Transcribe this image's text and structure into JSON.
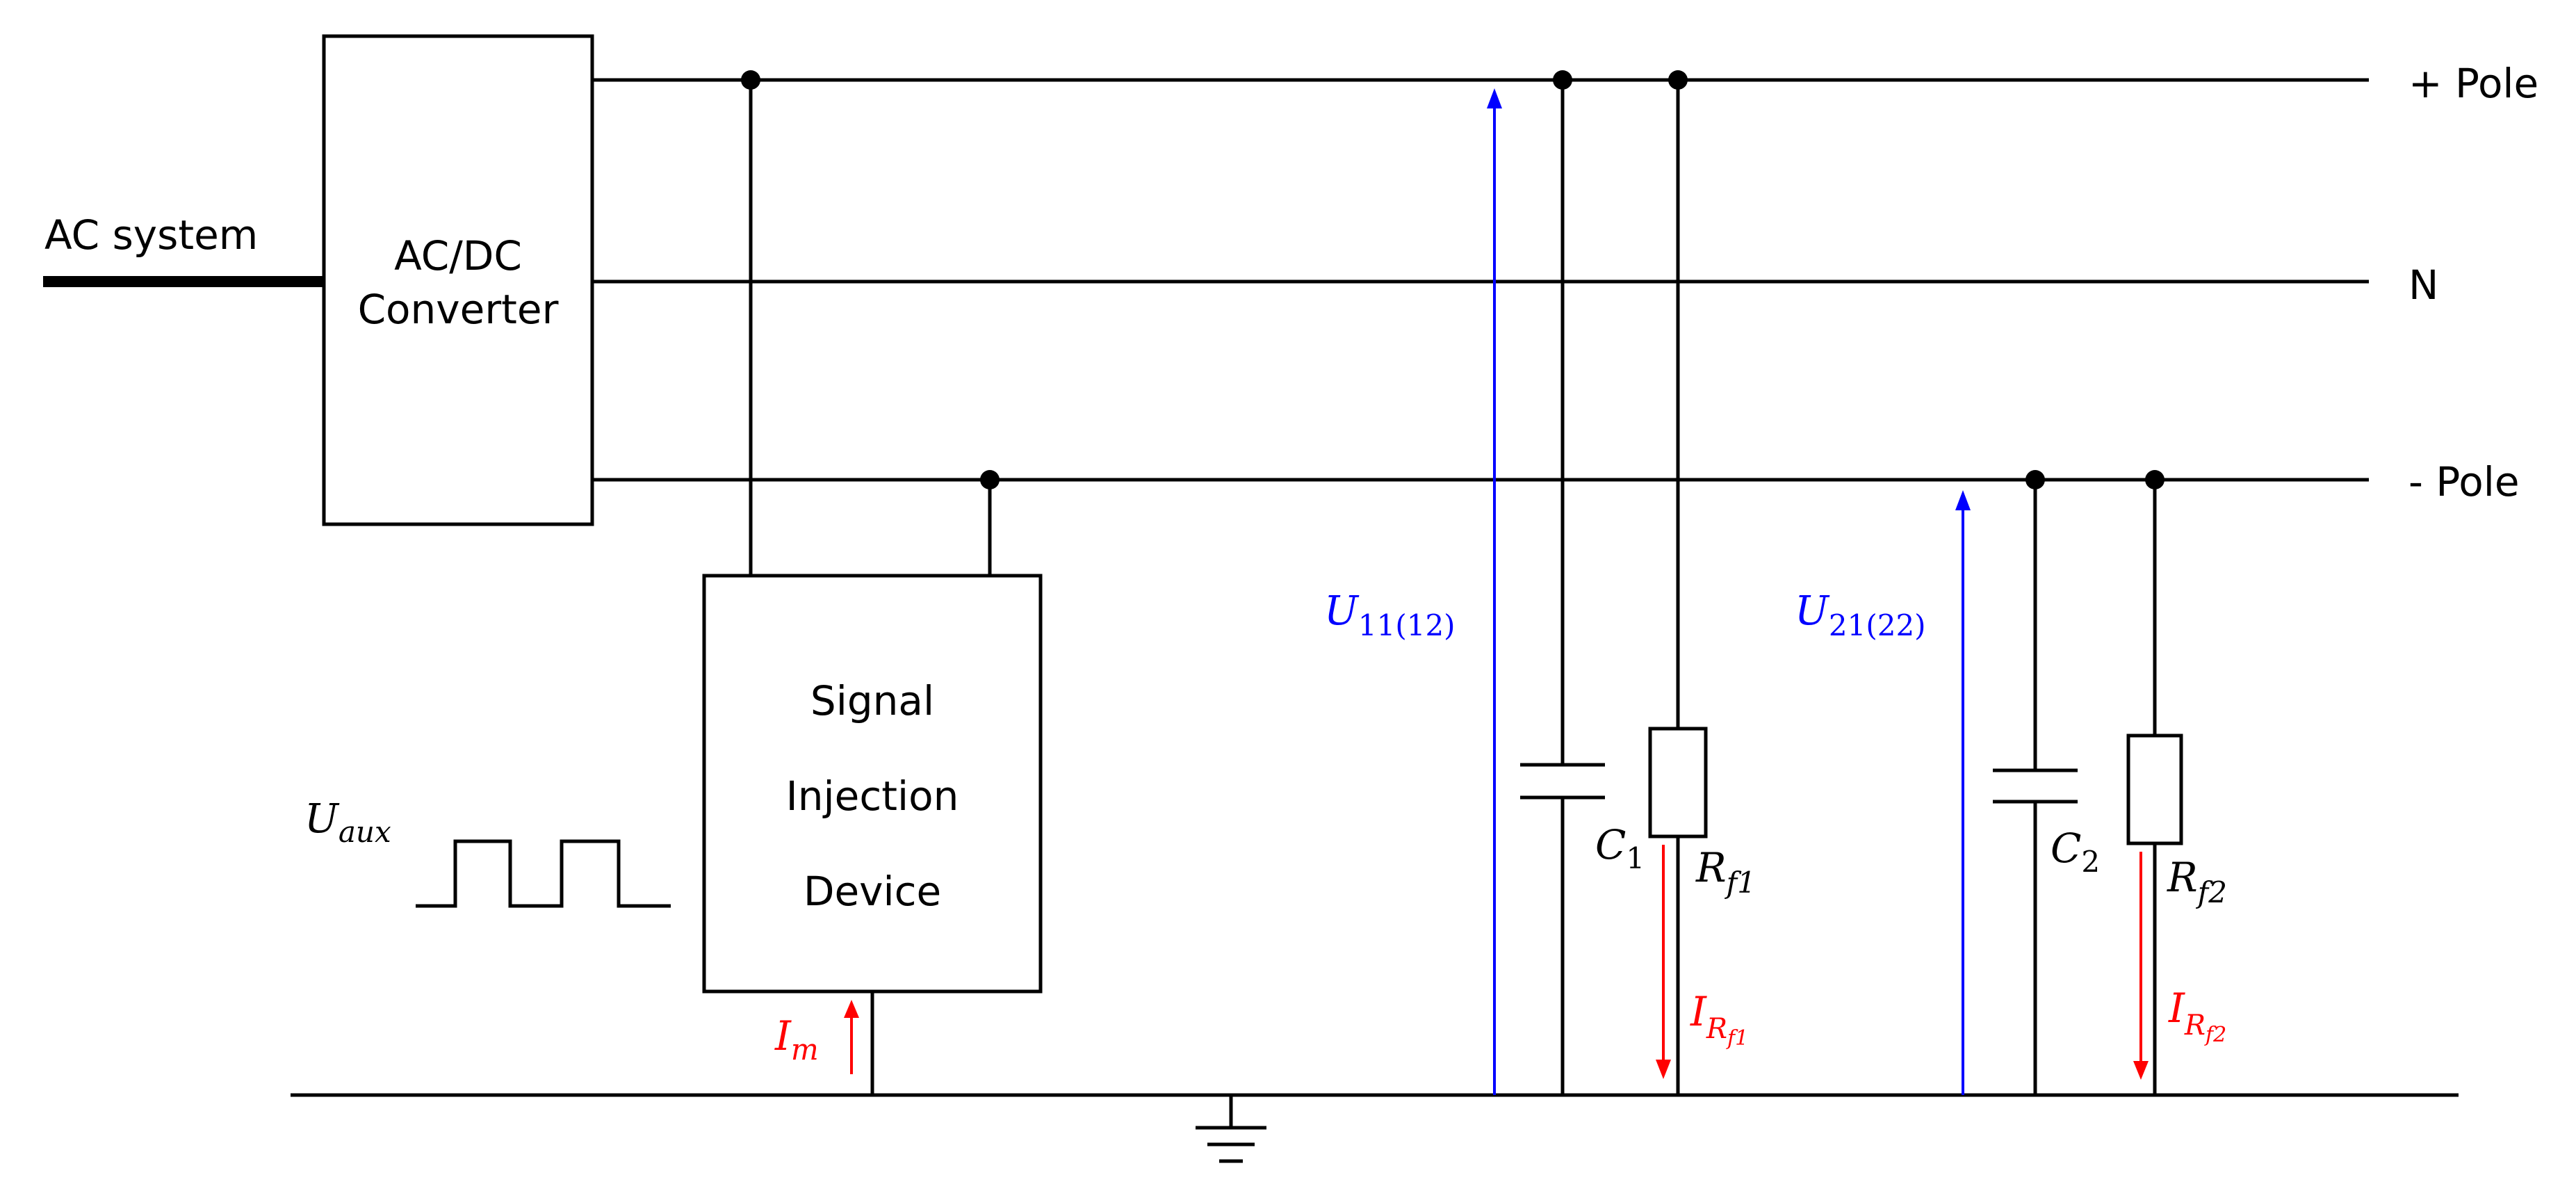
{
  "labels": {
    "ac_system": "AC system",
    "converter_line1": "AC/DC",
    "converter_line2": "Converter",
    "plus_pole": "+ Pole",
    "neutral": "N",
    "minus_pole": "- Pole",
    "sid_line1": "Signal",
    "sid_line2": "Injection",
    "sid_line3": "Device"
  },
  "symbols": {
    "u_aux": {
      "main": "U",
      "sub": "aux"
    },
    "i_m": {
      "main": "I",
      "sub": "m"
    },
    "u_11": {
      "main": "U",
      "sub": "11(12)"
    },
    "u_21": {
      "main": "U",
      "sub": "21(22)"
    },
    "c1": {
      "main": "C",
      "sub": "1"
    },
    "c2": {
      "main": "C",
      "sub": "2"
    },
    "rf1": {
      "main": "R",
      "sub": "f1"
    },
    "rf2": {
      "main": "R",
      "sub": "f2"
    },
    "irf1": {
      "main": "I",
      "sub": "R",
      "subsub": "f1"
    },
    "irf2": {
      "main": "I",
      "sub": "R",
      "subsub": "f2"
    }
  },
  "colors": {
    "wire": "#000000",
    "voltage": "#0000ff",
    "current": "#ff0000"
  }
}
